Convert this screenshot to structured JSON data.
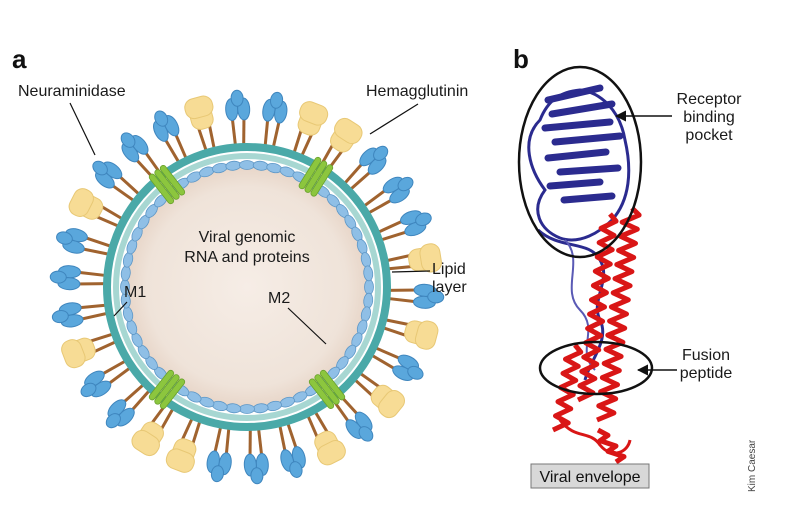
{
  "panel_a": {
    "letter": "a",
    "labels": {
      "neuraminidase": "Neuraminidase",
      "hemagglutinin": "Hemagglutinin",
      "core_line1": "Viral genomic",
      "core_line2": "RNA and proteins",
      "lipid_line1": "Lipid",
      "lipid_line2": "layer",
      "m1": "M1",
      "m2": "M2"
    }
  },
  "panel_b": {
    "letter": "b",
    "labels": {
      "receptor_line1": "Receptor",
      "receptor_line2": "binding",
      "receptor_line3": "pocket",
      "fusion_line1": "Fusion",
      "fusion_line2": "peptide",
      "envelope": "Viral envelope"
    }
  },
  "credit": "Kim Caesar",
  "colors": {
    "core": "#efe3d9",
    "m1_bead": "#8fbfe6",
    "lipid": "#4aa9a8",
    "neuraminidase_head": "#f7dc95",
    "hemagglutinin_head": "#5aa7dc",
    "stalk": "#a0632f",
    "m2_channel": "#8cc63e",
    "globular_domain": "#2b2b8f",
    "helix": "#d91616"
  }
}
